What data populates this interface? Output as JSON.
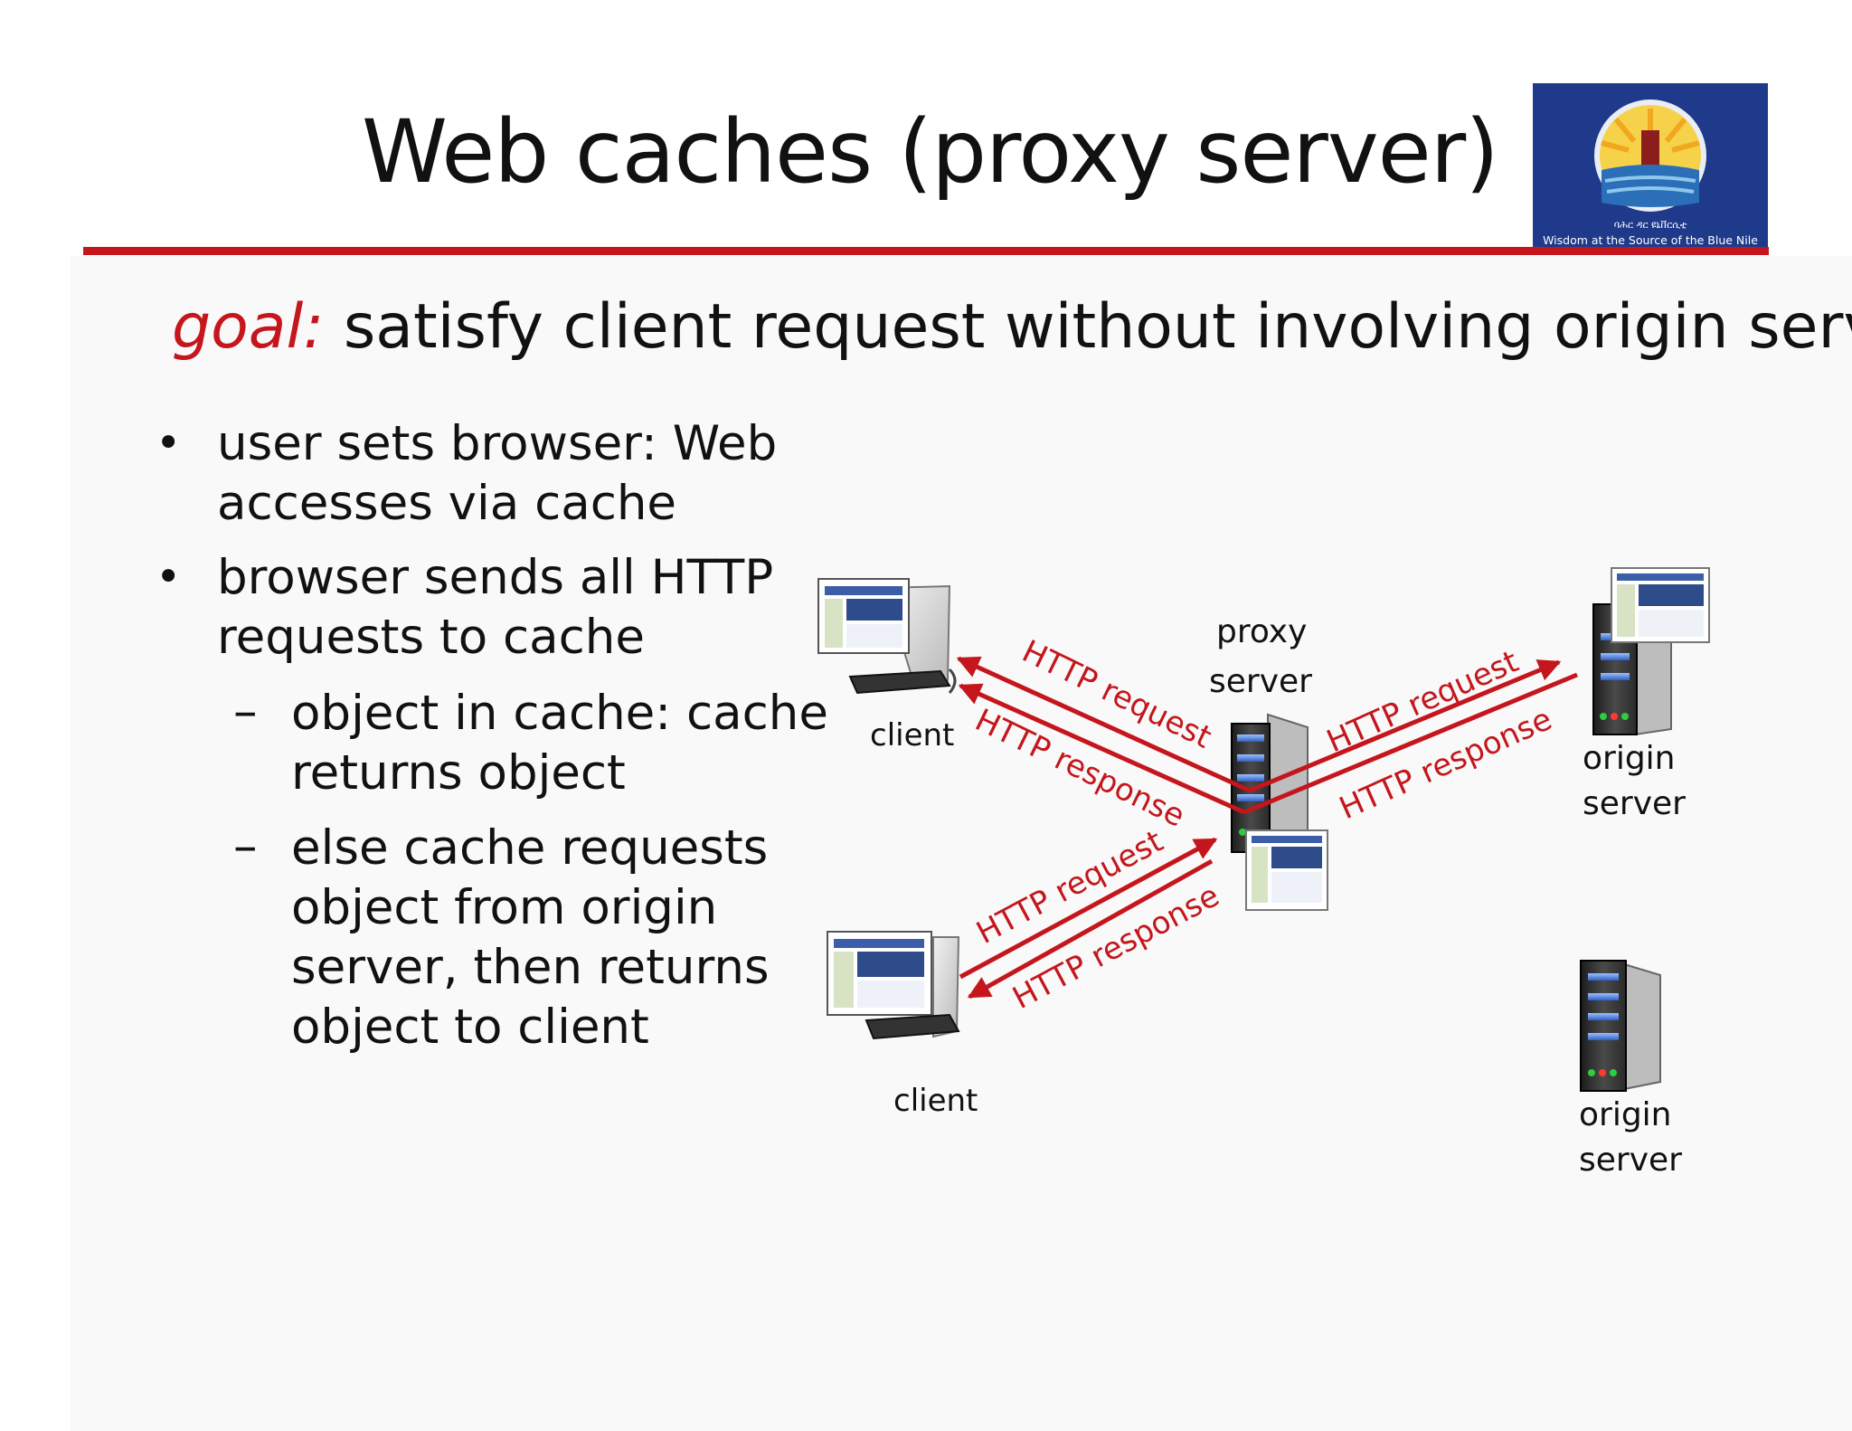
{
  "slide": {
    "title": "Web caches (proxy server)",
    "goal_label": "goal:",
    "goal_text": " satisfy client request without involving origin server",
    "logo": {
      "caption": "Wisdom at the Source of the Blue Nile",
      "script_line": "ባሕር ዳር ዩኒቨርሲቲ",
      "colors": {
        "bg": "#1f3a8a",
        "sun": "#f2c12e",
        "ring": "#e8e8e8"
      }
    }
  },
  "bullets": {
    "b1_l1": "user sets browser: Web",
    "b1_l2": "accesses via  cache",
    "b2_l1": "browser sends all HTTP",
    "b2_l2": "requests to cache",
    "s1_l1": "object in cache: cache",
    "s1_l2": "returns object",
    "s2_l1": "else cache requests",
    "s2_l2": "object from origin",
    "s2_l3": "server, then returns",
    "s2_l4": "object to client"
  },
  "diagram": {
    "client_top_label": "client",
    "client_bottom_label": "client",
    "proxy_label_l1": "proxy",
    "proxy_label_l2": "server",
    "origin_top_l1": "origin",
    "origin_top_l2": "server",
    "origin_bottom_l1": "origin",
    "origin_bottom_l2": "server",
    "arrows": {
      "tl_request": "HTTP request",
      "tl_response": "HTTP response",
      "tr_request": "HTTP request",
      "tr_response": "HTTP response",
      "bl_request": "HTTP request",
      "bl_response": "HTTP response"
    },
    "colors": {
      "arrow": "#c4161c",
      "server_body": "#3a3a3a",
      "server_slot": "#4a7bd0"
    }
  }
}
